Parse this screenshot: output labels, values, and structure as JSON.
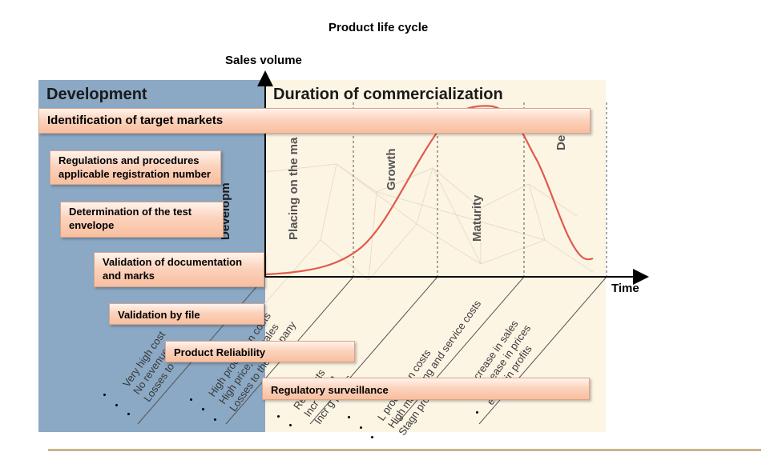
{
  "title": "Product life cycle",
  "axes": {
    "y_label": "Sales volume",
    "x_label": "Time"
  },
  "regions": {
    "development": "Development",
    "commercialization": "Duration of commercialization"
  },
  "phases": {
    "development_partial": "Developm",
    "placing": "Placing on the ma",
    "growth": "Growth",
    "maturity": "Maturity",
    "decline_partial": "De"
  },
  "boxes": {
    "target_markets": "Identification of target markets",
    "regulations_line1": "Regulations and procedures",
    "regulations_line2": "applicable registration number",
    "test_envelope_line1": "Determination of the test",
    "test_envelope_line2": "envelope",
    "documentation_line1": "Validation of documentation",
    "documentation_line2": "and marks",
    "validation_file": "Validation by file",
    "reliability": "Product Reliability",
    "surveillance": "Regulatory surveillance"
  },
  "characteristics": {
    "development": [
      "Very high cost",
      "No revenue",
      "Losses to comp"
    ],
    "placing": [
      "High production costs",
      "High price, low sales",
      "Losses to the company"
    ],
    "growth": [
      "Reduc        sts",
      "Incr     volum",
      "Incr     g profits"
    ],
    "maturity": [
      "L      production costs",
      "High marketing and service costs",
      "Stagn      profits"
    ],
    "decline": [
      "Decrease in sales",
      "Decrease in prices",
      "    eases in profits"
    ]
  },
  "colors": {
    "development_bg": "#8ba8c4",
    "commercial_bg": "#fdf5e4",
    "curve": "#e05a4e",
    "box_border": "#d9a58a"
  }
}
